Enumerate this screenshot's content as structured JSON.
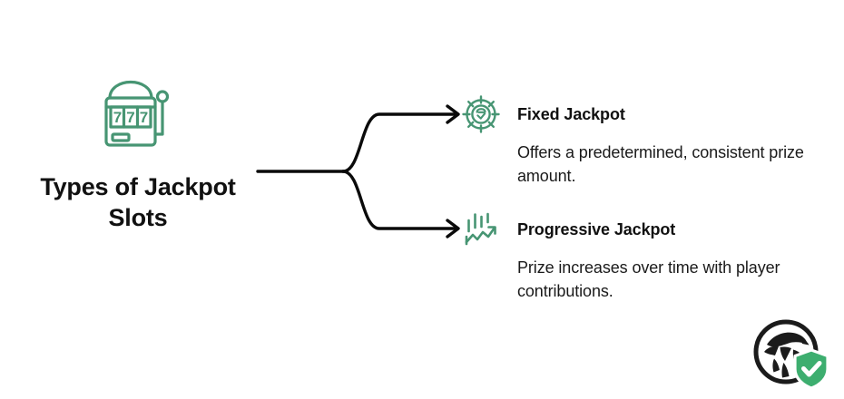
{
  "theme": {
    "background": "#ffffff",
    "accent_green": "#479573",
    "badge_green": "#3DAE6F",
    "text_dark": "#111111",
    "body_text": "#1a1a1a",
    "connector_line": "#0a0a0a"
  },
  "title": {
    "line1": "Types of Jackpot",
    "line2": "Slots",
    "full": "Types of Jackpot Slots",
    "icon": "slot-machine-icon",
    "reel_symbols": [
      "7",
      "7",
      "7"
    ]
  },
  "connector": {
    "type": "branching-arrow",
    "branches": 2,
    "arrow_style": "open-chevron"
  },
  "items": [
    {
      "icon": "target-coin-icon",
      "title": "Fixed Jackpot",
      "description": "Offers a predetermined, consistent prize amount."
    },
    {
      "icon": "rising-chart-arrow-icon",
      "title": "Progressive Jackpot",
      "description": "Prize increases over time with player contributions."
    }
  ],
  "logo": {
    "name": "eagle-shield-logo",
    "badge": "verified-check-badge"
  }
}
